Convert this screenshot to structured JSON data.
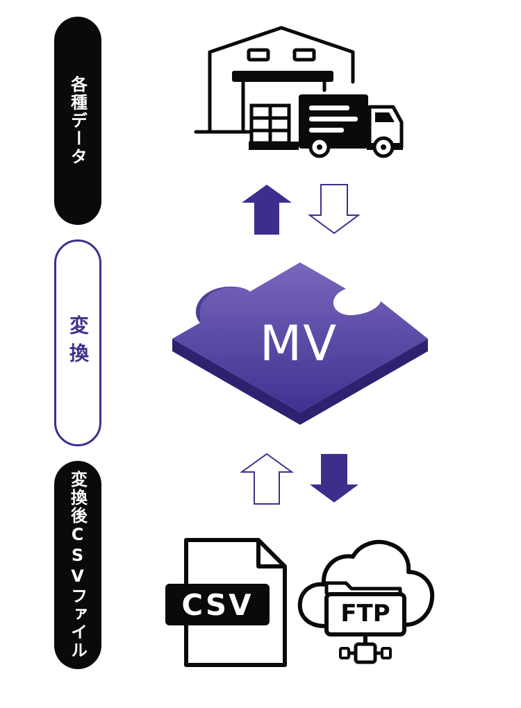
{
  "labels": {
    "source": "各種データ",
    "convert": "変換",
    "output": "変換後CSVファイル"
  },
  "center": {
    "text": "MV"
  },
  "output_icons": {
    "csv": "CSV",
    "ftp": "FTP"
  },
  "icons": [
    "warehouse-icon",
    "truck-icon",
    "puzzle-piece-icon",
    "csv-file-icon",
    "ftp-cloud-icon"
  ],
  "colors": {
    "accent": "#3d2e8c",
    "dark": "#0a0a0a",
    "puzzle_top": "#6a58b0",
    "puzzle_side": "#2e2270"
  }
}
